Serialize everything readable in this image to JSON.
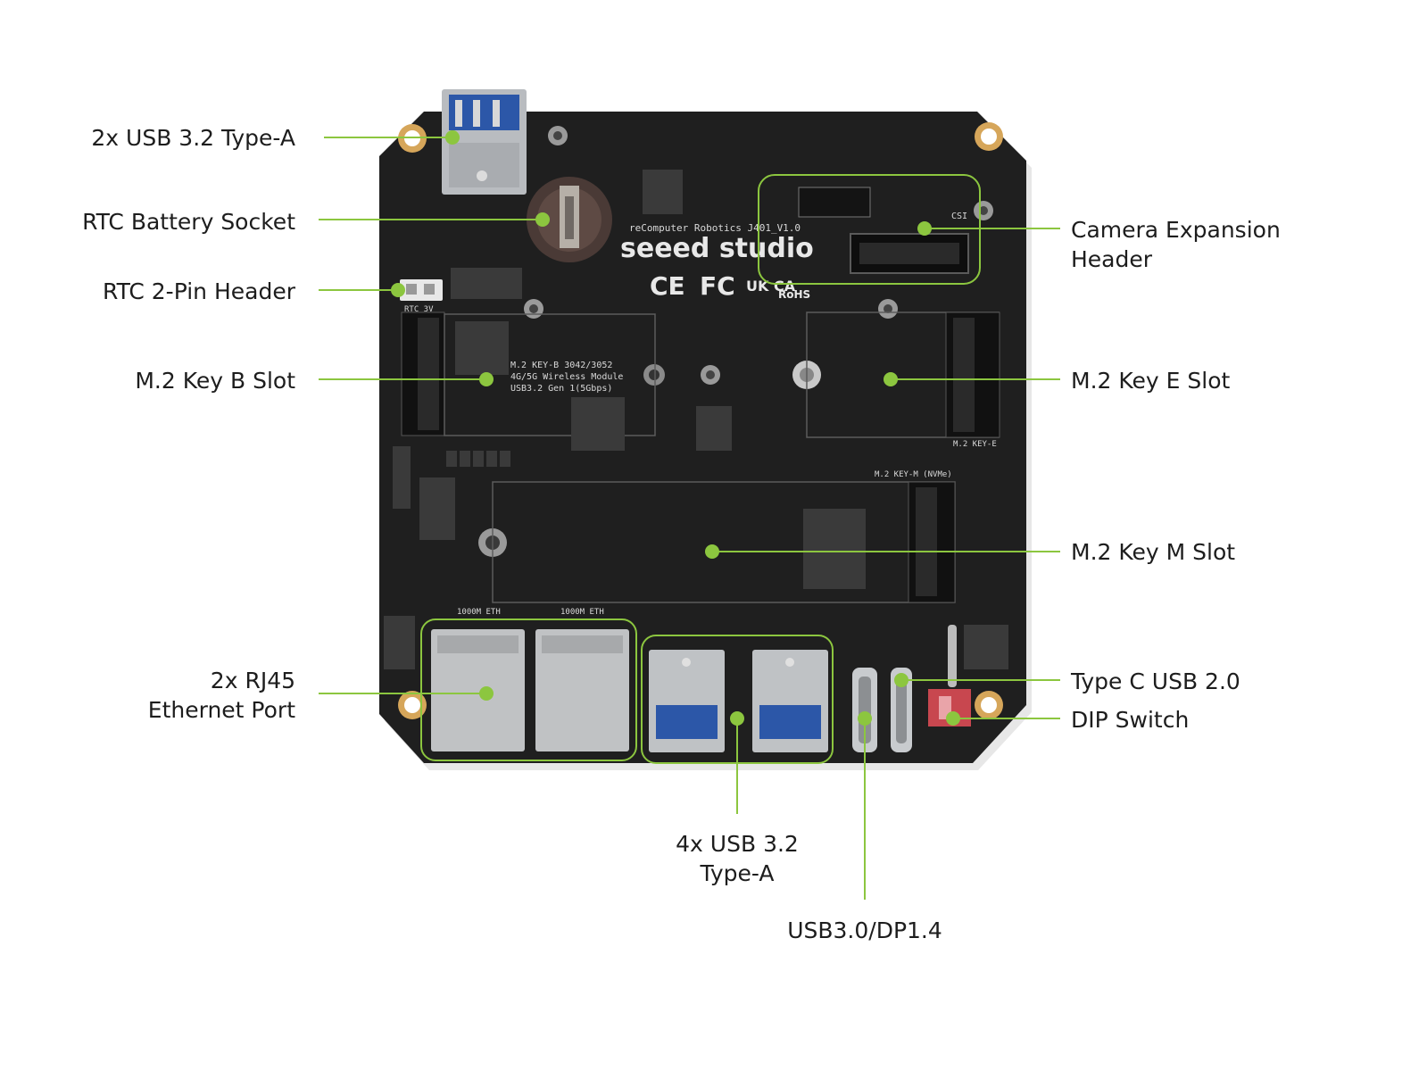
{
  "accent_color": "#8cc63f",
  "board_color": "#1f1f1f",
  "callouts": {
    "usb_top": {
      "lines": [
        "2x USB 3.2 Type-A"
      ]
    },
    "rtc_battery": {
      "lines": [
        "RTC Battery Socket"
      ]
    },
    "rtc_header": {
      "lines": [
        "RTC 2-Pin Header"
      ]
    },
    "m2_key_b": {
      "lines": [
        "M.2 Key B Slot"
      ]
    },
    "rj45": {
      "lines": [
        "2x RJ45",
        "Ethernet Port"
      ]
    },
    "camera": {
      "lines": [
        "Camera Expansion",
        "Header"
      ]
    },
    "m2_key_e": {
      "lines": [
        "M.2 Key E Slot"
      ]
    },
    "m2_key_m": {
      "lines": [
        "M.2 Key M Slot"
      ]
    },
    "type_c": {
      "lines": [
        "Type C USB 2.0"
      ]
    },
    "dip": {
      "lines": [
        "DIP Switch"
      ]
    },
    "usb_bottom": {
      "lines": [
        "4x USB 3.2",
        "Type-A"
      ]
    },
    "usb_dp": {
      "lines": [
        "USB3.0/DP1.4"
      ]
    }
  },
  "silkscreen": {
    "board_name": "reComputer Robotics J401_V1.0",
    "brand": "seeed studio",
    "marks": [
      "CE",
      "FC",
      "UK CA",
      "RoHS"
    ],
    "key_b_title": "M.2 KEY-B 3042/3052",
    "key_b_line2": "4G/5G Wireless Module",
    "key_b_line3": "USB3.2 Gen 1(5Gbps)",
    "key_e": "M.2 KEY-E",
    "key_m": "M.2 KEY-M (NVMe)",
    "eth": "1000M ETH",
    "rtc": "RTC 3V",
    "csi": "CSI"
  }
}
